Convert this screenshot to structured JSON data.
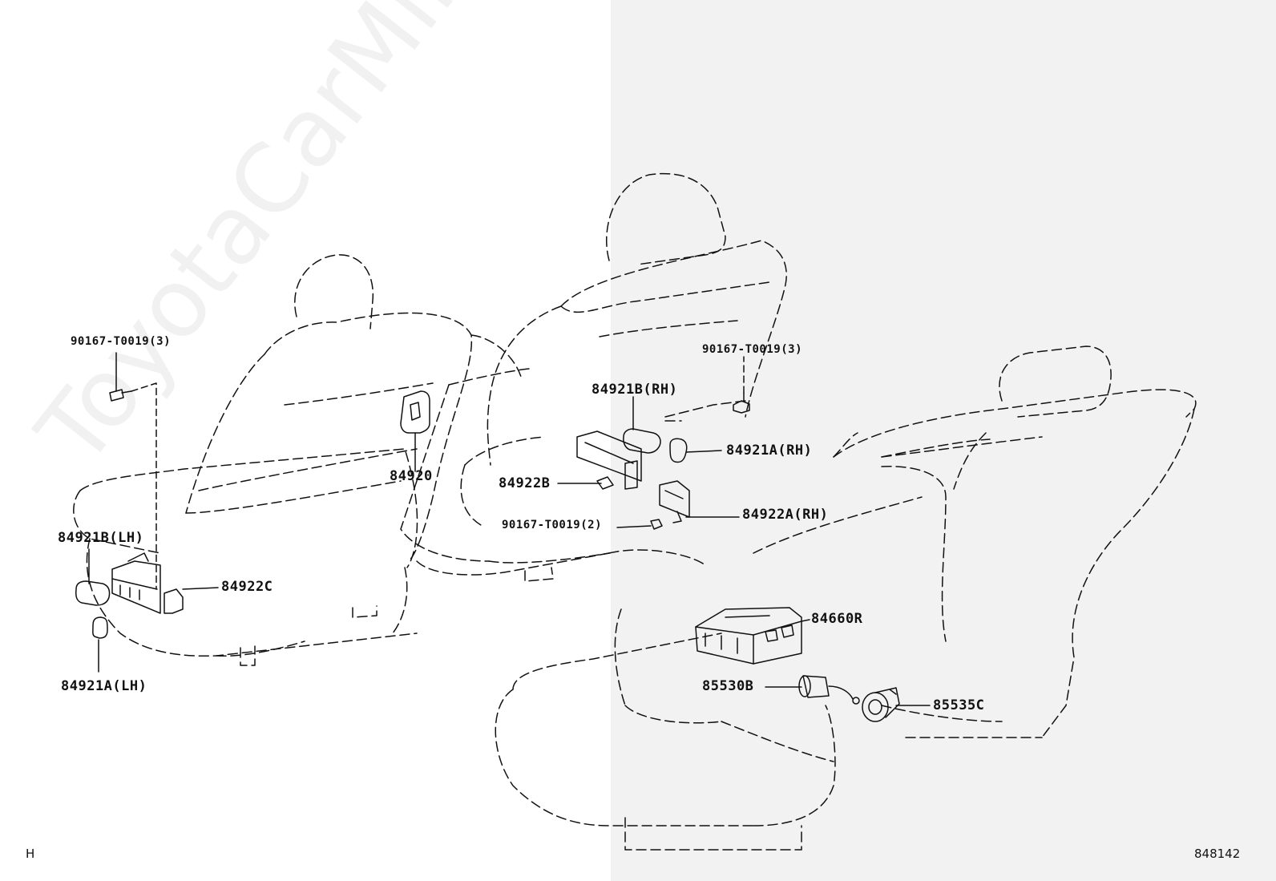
{
  "watermark": "ToyotaCarMine.ru",
  "corner_left": "H",
  "figure_number": "848142",
  "labels": {
    "bolt_left": "90167-T0019(3)",
    "bolt_right_top": "90167-T0019(3)",
    "bolt_right_mid": "90167-T0019(2)",
    "switch_84920": "84920",
    "knob_b_lh": "84921B(LH)",
    "knob_a_lh": "84921A(LH)",
    "bracket_c": "84922C",
    "knob_b_rh": "84921B(RH)",
    "bracket_b": "84922B",
    "knob_a_rh": "84921A(RH)",
    "bracket_a_rh": "84922A(RH)",
    "switch_panel": "84660R",
    "socket_b": "85530B",
    "socket_c": "85535C"
  },
  "colors": {
    "line": "#111111",
    "right_panel": "#f2f2f2",
    "background": "#ffffff"
  }
}
